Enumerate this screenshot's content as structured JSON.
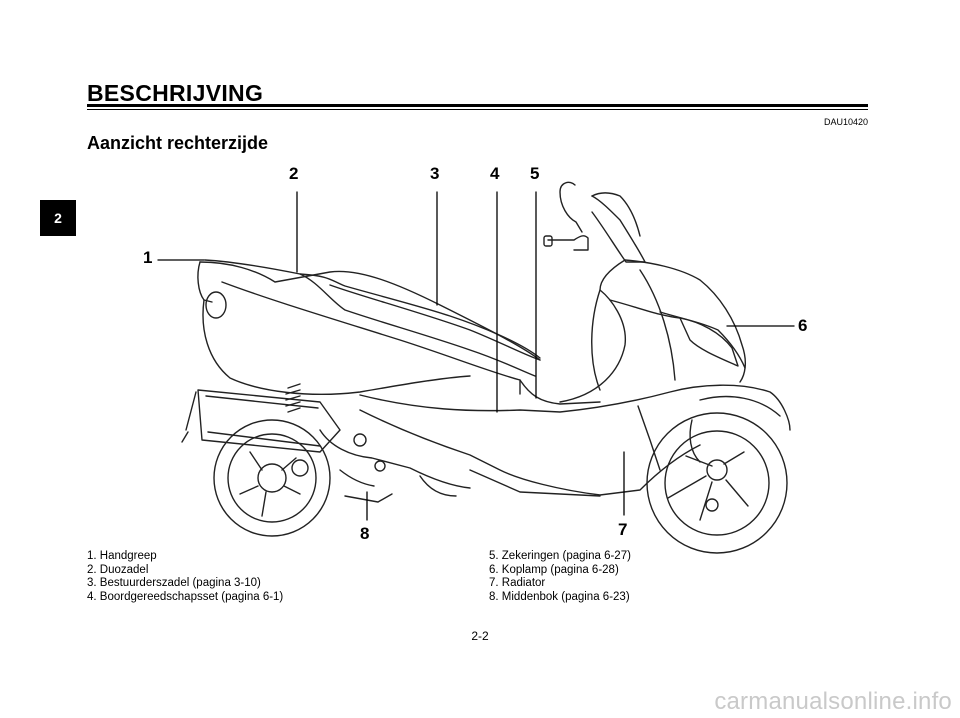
{
  "chapter_tab": "2",
  "header": {
    "title": "BESCHRIJVING",
    "ref_code": "DAU10420",
    "subtitle": "Aanzicht rechterzijde"
  },
  "callouts": [
    "1",
    "2",
    "3",
    "4",
    "5",
    "6",
    "7",
    "8"
  ],
  "legend_left": [
    "1. Handgreep",
    "2. Duozadel",
    "3. Bestuurderszadel (pagina 3-10)",
    "4. Boordgereedschapsset (pagina 6-1)"
  ],
  "legend_right": [
    "5. Zekeringen (pagina 6-27)",
    "6. Koplamp (pagina 6-28)",
    "7. Radiator",
    "8. Middenbok (pagina 6-23)"
  ],
  "page_number": "2-2",
  "watermark": "carmanualsonline.info"
}
